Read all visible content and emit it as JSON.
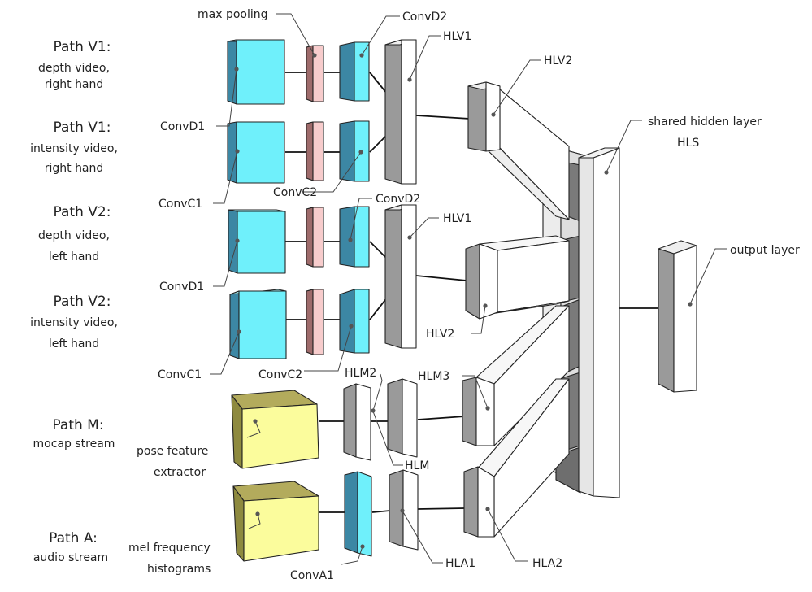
{
  "colors": {
    "cyan_front": "#6ff0fb",
    "cyan_side": "#3c87a4",
    "cyan_top": "#a9f7fd",
    "pool_front": "#f7cccc",
    "pool_side": "#9e6b6b",
    "yellow_front": "#fbfc9c",
    "yellow_side": "#8e8a3f",
    "yellow_top": "#b3ab5c",
    "white_front": "#ffffff",
    "gray_side": "#9a9a9a",
    "gray_dark": "#6e6e6e",
    "light_gray": "#ececec"
  },
  "paths": [
    {
      "title": "Path V1:",
      "sub1": "depth video,",
      "sub2": "right hand"
    },
    {
      "title": "Path V1:",
      "sub1": "intensity video,",
      "sub2": "right hand"
    },
    {
      "title": "Path V2:",
      "sub1": "depth video,",
      "sub2": "left hand"
    },
    {
      "title": "Path V2:",
      "sub1": "intensity video,",
      "sub2": "left hand"
    },
    {
      "title": "Path M:",
      "sub1": "mocap stream"
    },
    {
      "title": "Path A:",
      "sub1": "audio stream"
    }
  ],
  "labels": {
    "max_pooling": "max pooling",
    "convd2_top": "ConvD2",
    "hlv1_top": "HLV1",
    "hlv2_top": "HLV2",
    "convd1_top": "ConvD1",
    "convc1_top": "ConvC1",
    "convc2_top": "ConvC2",
    "convd2_bottom": "ConvD2",
    "hlv1_bottom": "HLV1",
    "convd1_bottom": "ConvD1",
    "hlv2_bottom": "HLV2",
    "convc1_bottom": "ConvC1",
    "convc2_bottom": "ConvC2",
    "hlm2": "HLM2",
    "hlm3": "HLM3",
    "hlm": "HLM",
    "pose_feature_1": "pose feature",
    "pose_feature_2": "extractor",
    "mel_1": "mel frequency",
    "mel_2": "histograms",
    "conva1": "ConvA1",
    "hla1": "HLA1",
    "hla2": "HLA2",
    "shared_1": "shared hidden layer",
    "shared_2": "HLS",
    "output_layer": "output layer"
  }
}
